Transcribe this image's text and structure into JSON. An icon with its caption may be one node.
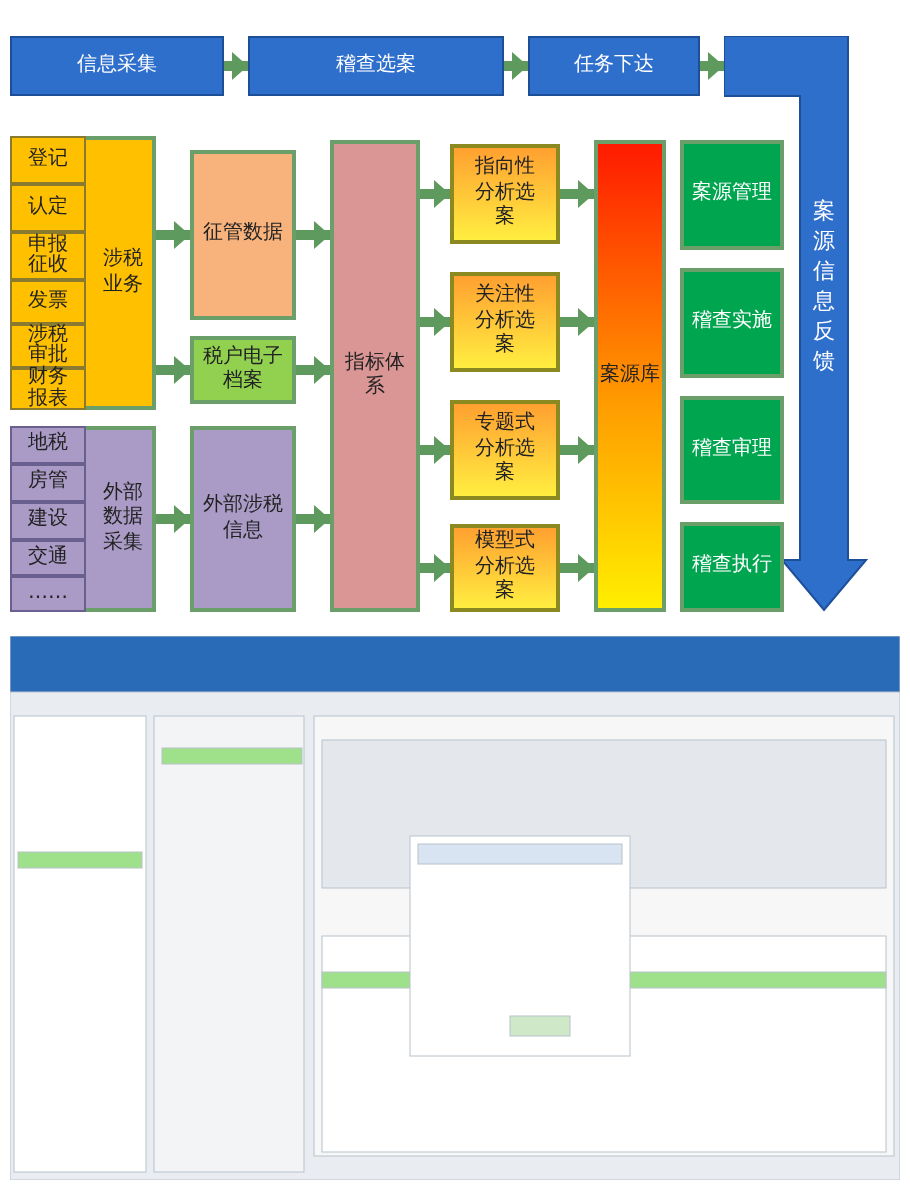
{
  "diagram": {
    "nodes": [
      {
        "text": [
          "信息采集"
        ]
      },
      {
        "text": [
          "稽查选案"
        ]
      },
      {
        "text": [
          "任务下达"
        ]
      },
      {
        "text": [
          "案源信息反馈"
        ]
      },
      {
        "text": [
          "涉税业务"
        ]
      },
      {
        "text": [
          "登记"
        ],
        "in": 4
      },
      {
        "text": [
          "认定"
        ],
        "in": 4
      },
      {
        "text": [
          "申报征收"
        ],
        "in": 4
      },
      {
        "text": [
          "发票"
        ],
        "in": 4
      },
      {
        "text": [
          "涉税审批"
        ],
        "in": 4
      },
      {
        "text": [
          "财务报表"
        ],
        "in": 4
      },
      {
        "text": [
          "征管数据"
        ]
      },
      {
        "text": [
          "税户电子档案"
        ]
      },
      {
        "text": [
          "指标体系"
        ]
      },
      {
        "text": [
          "指向性分析选案"
        ]
      },
      {
        "text": [
          "关注性分析选案"
        ]
      },
      {
        "text": [
          "专题式分析选案"
        ]
      },
      {
        "text": [
          "模型式分析选案"
        ]
      },
      {
        "text": [
          "案源库"
        ]
      },
      {
        "text": [
          "案源管理"
        ]
      },
      {
        "text": [
          "稽查实施"
        ]
      },
      {
        "text": [
          "稽查审理"
        ]
      },
      {
        "text": [
          "稽查执行"
        ]
      },
      {
        "text": [
          "外部数据采集"
        ]
      },
      {
        "text": [
          "地税"
        ],
        "in": 23
      },
      {
        "text": [
          "房管"
        ],
        "in": 23
      },
      {
        "text": [
          "建设"
        ],
        "in": 23
      },
      {
        "text": [
          "交通"
        ],
        "in": 23
      },
      {
        "text": [
          "……"
        ],
        "in": 23
      },
      {
        "text": [
          "外部涉税信息"
        ]
      }
    ],
    "edges": [
      {
        "from": 0,
        "to": 1,
        "arrow": "to"
      },
      {
        "from": 1,
        "to": 2,
        "arrow": "to"
      },
      {
        "from": 2,
        "to": 3,
        "arrow": "to"
      },
      {
        "from": 4,
        "to": 11,
        "arrow": "to"
      },
      {
        "from": 4,
        "to": 12,
        "arrow": "to"
      },
      {
        "from": 23,
        "to": 29,
        "arrow": "to"
      },
      {
        "from": 11,
        "to": 13,
        "arrow": "to"
      },
      {
        "from": 12,
        "to": 13,
        "arrow": "to"
      },
      {
        "from": 29,
        "to": 13,
        "arrow": "to"
      },
      {
        "from": 13,
        "to": 14,
        "arrow": "to"
      },
      {
        "from": 13,
        "to": 15,
        "arrow": "to"
      },
      {
        "from": 13,
        "to": 16,
        "arrow": "to"
      },
      {
        "from": 13,
        "to": 17,
        "arrow": "to"
      },
      {
        "from": 14,
        "to": 18,
        "arrow": "to"
      },
      {
        "from": 15,
        "to": 18,
        "arrow": "to"
      },
      {
        "from": 16,
        "to": 18,
        "arrow": "to"
      },
      {
        "from": 17,
        "to": 18,
        "arrow": "to"
      }
    ]
  }
}
